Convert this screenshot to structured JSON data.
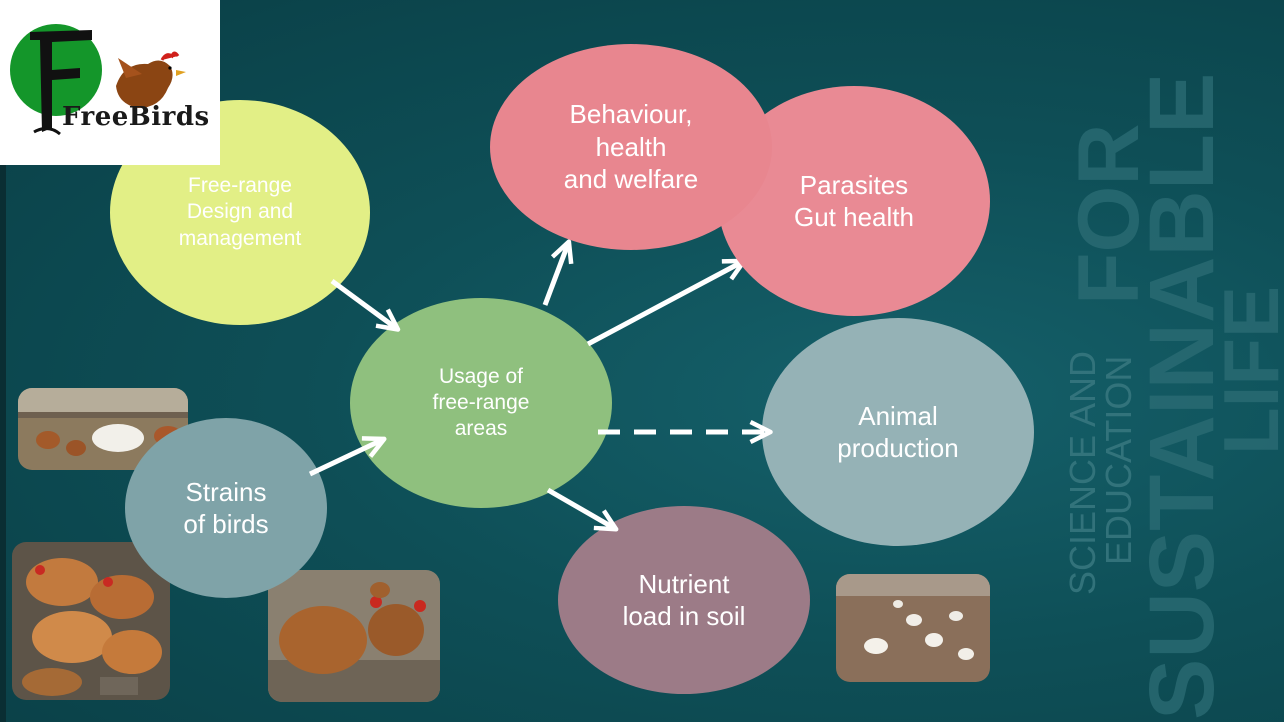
{
  "logo": {
    "text": "FreeBirds"
  },
  "watermark": {
    "line1": "SCIENCE AND",
    "line2": "EDUCATION",
    "line3": "FOR",
    "line4": "SUSTAINABLE",
    "line5": "LIFE"
  },
  "nodes": {
    "design": "Free-range\nDesign and\nmanagement",
    "usage": "Usage of\nfree-range\nareas",
    "behaviour": "Behaviour,\nhealth\nand welfare",
    "parasites": "Parasites\nGut health",
    "production": "Animal\nproduction",
    "nutrient": "Nutrient\nload in soil",
    "strains": "Strains\nof birds"
  },
  "colors": {
    "design": "#e2ef86",
    "usage": "#8fc07e",
    "behaviour": "#e88a93",
    "parasites": "#e98a94",
    "production": "#95b2b6",
    "nutrient": "#9c7b87",
    "strains": "#7fa3a8",
    "background": "#0e4f57"
  }
}
